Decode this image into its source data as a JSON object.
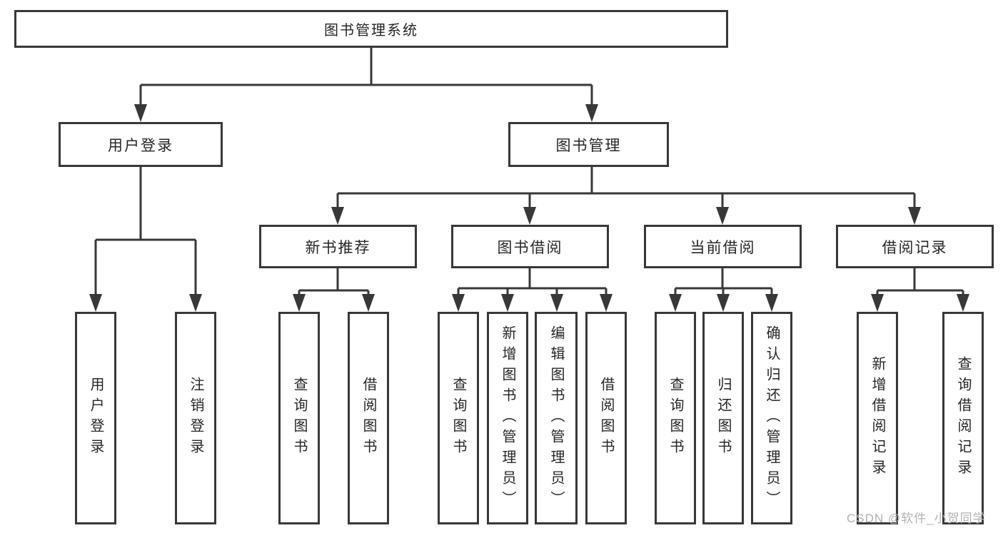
{
  "diagram": {
    "colors": {
      "line": "#383838",
      "box_border": "#383838",
      "box_background": "#ffffff",
      "text": "#262626",
      "watermark": "#b2b2b2"
    },
    "root": {
      "label": "图书管理系统"
    },
    "level1": [
      {
        "label": "用户登录"
      },
      {
        "label": "图书管理"
      }
    ],
    "user_login_children": [
      {
        "label": "用户登录"
      },
      {
        "label": "注销登录"
      }
    ],
    "book_management_children": [
      {
        "label": "新书推荐",
        "children": [
          {
            "label": "查询图书"
          },
          {
            "label": "借阅图书"
          }
        ]
      },
      {
        "label": "图书借阅",
        "children": [
          {
            "label": "查询图书"
          },
          {
            "label": "新增图书（管理员）"
          },
          {
            "label": "编辑图书（管理员）"
          },
          {
            "label": "借阅图书"
          }
        ]
      },
      {
        "label": "当前借阅",
        "children": [
          {
            "label": "查询图书"
          },
          {
            "label": "归还图书"
          },
          {
            "label": "确认归还（管理员）"
          }
        ]
      },
      {
        "label": "借阅记录",
        "children": [
          {
            "label": "新增借阅记录"
          },
          {
            "label": "查询借阅记录"
          }
        ]
      }
    ]
  },
  "watermark": {
    "text": "CSDN @软件_小贺同学"
  }
}
